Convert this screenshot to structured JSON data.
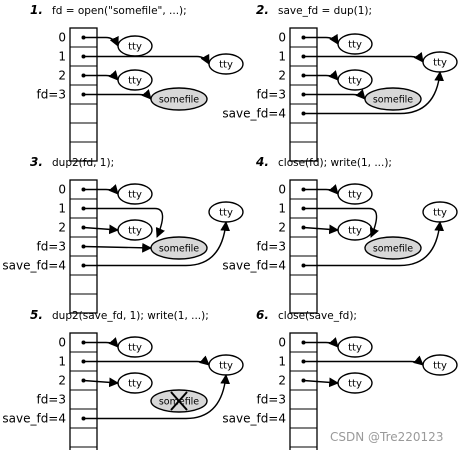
{
  "panels": [
    {
      "number": "1.",
      "caption": "fd = open(\"somefile\", ...);",
      "row_labels": [
        "0",
        "1",
        "2",
        "fd=3"
      ],
      "ellipses": [
        {
          "id": "tty1",
          "label": "tty"
        },
        {
          "id": "tty2",
          "label": "tty"
        },
        {
          "id": "tty3",
          "label": "tty"
        },
        {
          "id": "file",
          "label": "somefile"
        }
      ]
    },
    {
      "number": "2.",
      "caption": "save_fd = dup(1);",
      "row_labels": [
        "0",
        "1",
        "2",
        "fd=3",
        "save_fd=4"
      ],
      "ellipses": [
        {
          "id": "tty1",
          "label": "tty"
        },
        {
          "id": "tty2",
          "label": "tty"
        },
        {
          "id": "tty3",
          "label": "tty"
        },
        {
          "id": "file",
          "label": "somefile"
        }
      ]
    },
    {
      "number": "3.",
      "caption": "dup2(fd, 1);",
      "row_labels": [
        "0",
        "1",
        "2",
        "fd=3",
        "save_fd=4"
      ],
      "ellipses": [
        {
          "id": "tty1",
          "label": "tty"
        },
        {
          "id": "tty2",
          "label": "tty"
        },
        {
          "id": "tty3",
          "label": "tty"
        },
        {
          "id": "file",
          "label": "somefile"
        }
      ]
    },
    {
      "number": "4.",
      "caption": "close(fd); write(1, ...);",
      "row_labels": [
        "0",
        "1",
        "2",
        "fd=3",
        "save_fd=4"
      ],
      "ellipses": [
        {
          "id": "tty1",
          "label": "tty"
        },
        {
          "id": "tty2",
          "label": "tty"
        },
        {
          "id": "tty3",
          "label": "tty"
        },
        {
          "id": "file",
          "label": "somefile"
        }
      ]
    },
    {
      "number": "5.",
      "caption": "dup2(save_fd, 1); write(1, ...);",
      "row_labels": [
        "0",
        "1",
        "2",
        "fd=3",
        "save_fd=4"
      ],
      "ellipses": [
        {
          "id": "tty1",
          "label": "tty"
        },
        {
          "id": "tty2",
          "label": "tty"
        },
        {
          "id": "tty3",
          "label": "tty"
        },
        {
          "id": "file",
          "label": "somefile"
        }
      ]
    },
    {
      "number": "6.",
      "caption": "close(save_fd);",
      "row_labels": [
        "0",
        "1",
        "2",
        "fd=3",
        "save_fd=4"
      ],
      "ellipses": [
        {
          "id": "tty1",
          "label": "tty"
        },
        {
          "id": "tty2",
          "label": "tty"
        },
        {
          "id": "tty3",
          "label": "tty"
        }
      ]
    }
  ],
  "watermark": "CSDN @Tre220123"
}
